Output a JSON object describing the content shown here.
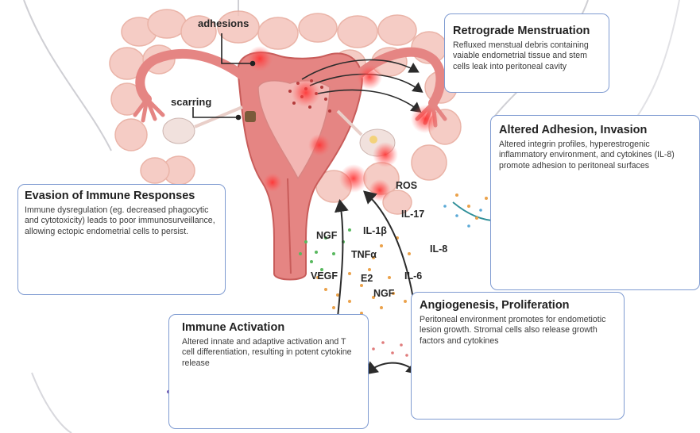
{
  "anatomy_labels": {
    "adhesions": "adhesions",
    "scarring": "scarring"
  },
  "boxes": {
    "retrograde": {
      "title": "Retrograde Menstruation",
      "text": "Refluxed menstual debris containing vaiable endometrial tissue and stem cells leak into peritoneal cavity"
    },
    "adhesion": {
      "title": "Altered Adhesion, Invasion",
      "text": "Altered integrin profiles, hyperestrogenic inflammatory environment, and cytokines (IL-8) promote adhesion to peritoneal surfaces"
    },
    "evasion": {
      "title": "Evasion of Immune Responses",
      "text": "Immune dysregulation (eg. decreased phagocytic and cytotoxicity) leads to poor immunosurveillance, allowing ectopic endometrial cells to persist."
    },
    "immune": {
      "title": "Immune Activation",
      "text": "Altered innate and adaptive activation and T cell differentiation, resulting in potent cytokine release"
    },
    "angio": {
      "title": "Angiogenesis, Proliferation",
      "text": "Peritoneal environment promotes for endometiotic lesion growth. Stromal cells also release growth factors and cytokines"
    }
  },
  "mediators": {
    "ros": "ROS",
    "il17": "IL-17",
    "il1b": "IL-1β",
    "ngf1": "NGF",
    "il8": "IL-8",
    "tnfa": "TNFα",
    "vegf": "VEGF",
    "e2": "E2",
    "il6": "IL-6",
    "ngf2": "NGF"
  },
  "colors": {
    "box_border": "#7f9bd1",
    "uterus": "#e07a78",
    "uterus_dark": "#c9504f",
    "lesion": "#e8383a",
    "intestine": "#f1bcb2",
    "dots_orange": "#eba24b",
    "dots_green": "#58b85e",
    "dots_blue": "#5aa9d6",
    "arrow": "#333333"
  }
}
